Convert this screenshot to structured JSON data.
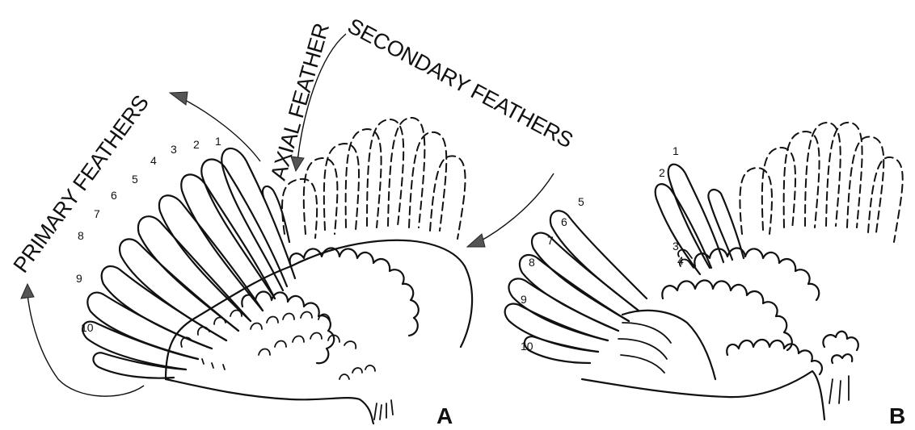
{
  "labels": {
    "primary": "PRIMARY FEATHERS",
    "axial": "AXIAL FEATHER",
    "secondary": "SECONDARY FEATHERS"
  },
  "panels": {
    "a": "A",
    "b": "B"
  },
  "feather_numbers_a": [
    "1",
    "2",
    "3",
    "4",
    "5",
    "6",
    "7",
    "8",
    "9",
    "10"
  ],
  "feather_numbers_b": [
    "1",
    "2",
    "3",
    "4",
    "5",
    "6",
    "7",
    "8",
    "9",
    "10"
  ],
  "colors": {
    "ink": "#111111",
    "arrowhead": "#555555",
    "background": "#ffffff"
  }
}
